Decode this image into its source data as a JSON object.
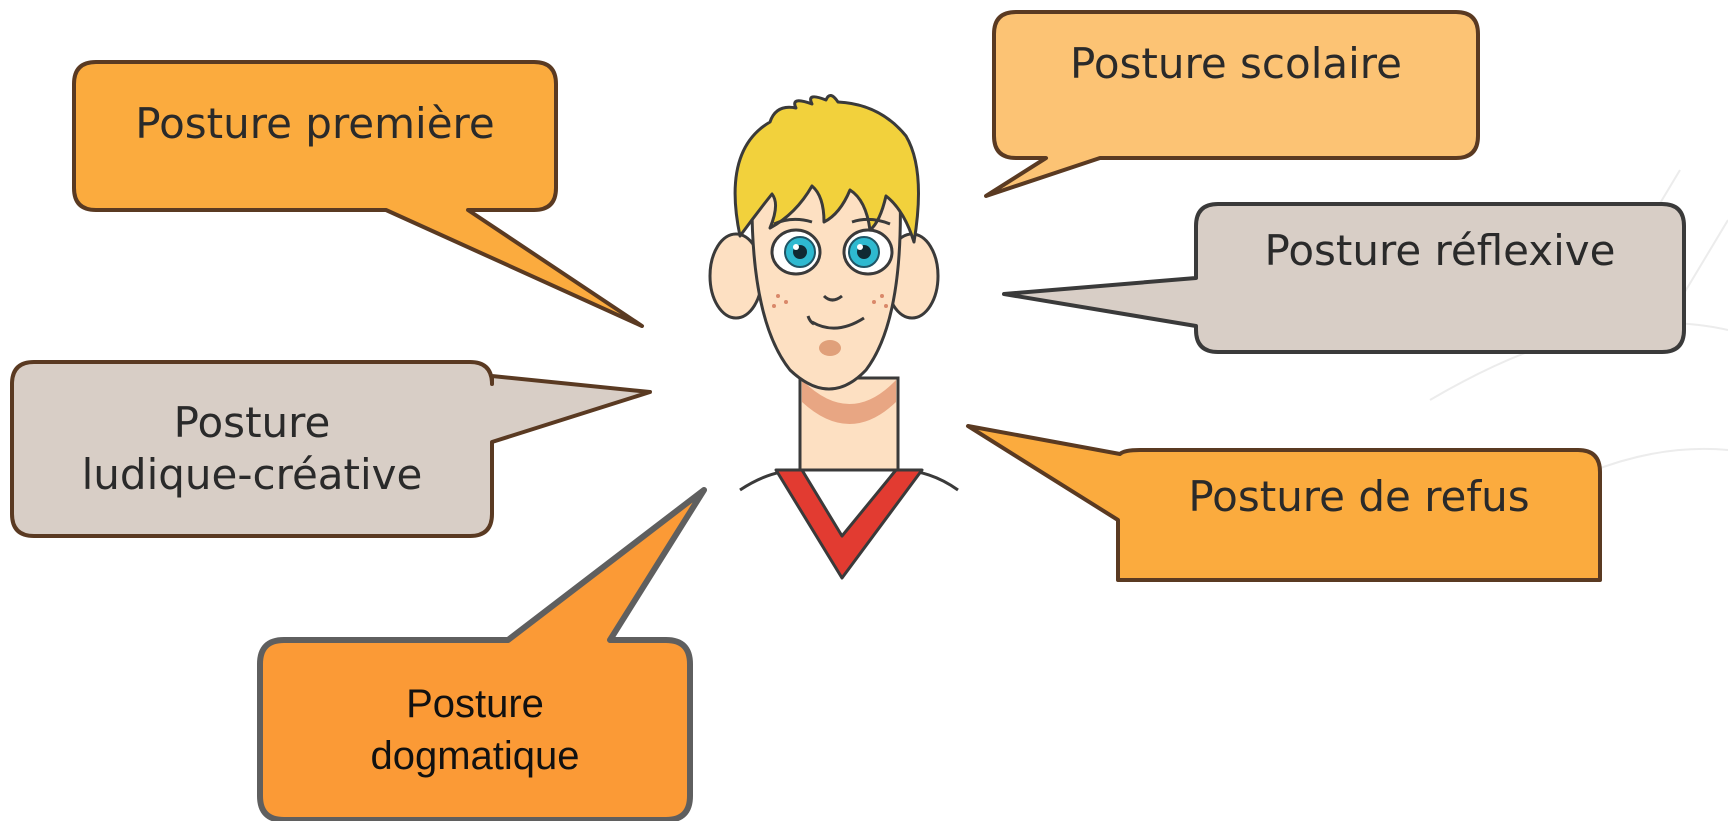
{
  "bubbles": {
    "premiere": {
      "label": "Posture première",
      "fill": "#fbab3e"
    },
    "scolaire": {
      "label": "Posture scolaire",
      "fill": "#fcc374"
    },
    "reflexive": {
      "label": "Posture réflexive",
      "fill": "#d8cec6"
    },
    "ludique": {
      "label": "Posture\nludique-créative",
      "fill": "#d8cec6"
    },
    "refus": {
      "label": "Posture de refus",
      "fill": "#fbab3e"
    },
    "dogmatique": {
      "label": "Posture\ndogmatique",
      "fill": "#fb9a36"
    }
  },
  "colors": {
    "hair": "#f2d13c",
    "skin": "#fde0c2",
    "eyes": "#2eb9d0",
    "shirt_collar": "#e23b31",
    "outline": "#3a3a3a"
  }
}
